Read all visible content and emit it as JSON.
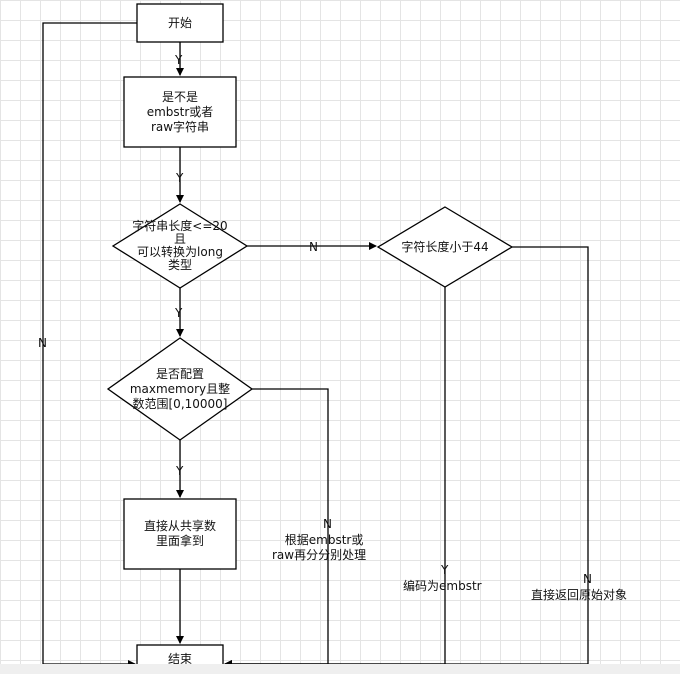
{
  "nodes": {
    "start": "开始",
    "check_encoding": [
      "是不是",
      "embstr或者",
      "raw字符串"
    ],
    "check_long": [
      "字符串长度<=20",
      "且",
      "可以转换为long",
      "类型"
    ],
    "check_maxmemory": [
      "是否配置",
      "maxmemory且整",
      "数范围[0,10000]"
    ],
    "shared_pool": [
      "直接从共享数",
      "里面拿到"
    ],
    "check_len44": "字符长度小于44",
    "end": "结束"
  },
  "edge_labels": {
    "start_to_encoding": "Y",
    "encoding_to_long": "Y",
    "long_to_maxmemory": "Y",
    "maxmemory_to_shared": "Y",
    "long_no": "N",
    "left_no": "N",
    "maxmemory_no": "N",
    "len44_yes": "Y",
    "len44_no": "N"
  },
  "annotations": {
    "maxmemory_no_action": [
      "根据embstr或",
      "raw再分分别处理"
    ],
    "len44_yes_action": "编码为embstr",
    "len44_no_action": "直接返回原始对象"
  }
}
